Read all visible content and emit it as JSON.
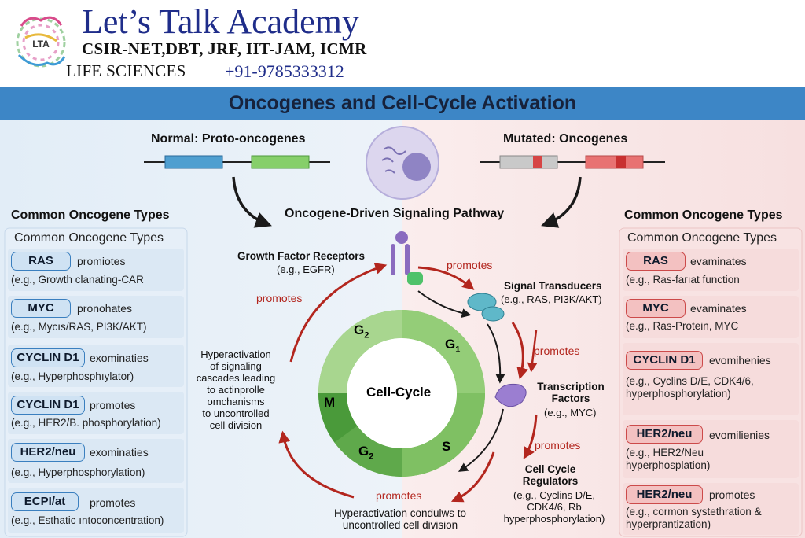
{
  "header": {
    "brand_title": "Let’s Talk Academy",
    "brand_line2": "CSIR-NET,DBT, JRF, IIT-JAM, ICMR",
    "brand_line3": "LIFE SCIENCES",
    "phone": "+91-9785333312",
    "logo_text": "LTA"
  },
  "title": "Oncogenes and Cell-Cycle Activation",
  "normal_label": "Normal: Proto-oncogenes",
  "mutated_label": "Mutated: Oncogenes",
  "left_panel": {
    "outer_heading": "Common Oncogene Types",
    "inner_heading": "Common Oncogene Types",
    "items": [
      {
        "name": "RAS",
        "verb": "promiotes",
        "example": "(e.g., Growth clanating-CAR"
      },
      {
        "name": "MYC",
        "verb": "pronohates",
        "example": "(e.g., Mycıs/RAS, PI3K/AKT)"
      },
      {
        "name": "CYCLIN D1",
        "verb": "exominaties",
        "example": "(e.g., Hyperphosphıylator)"
      },
      {
        "name": "CYCLIN D1",
        "verb": "promotes",
        "example": "(e.g., HER2/B. phosphorylation)"
      },
      {
        "name": "HER2/neu",
        "verb": "exominaties",
        "example": "(e.g., Hyperphosphorylation)"
      },
      {
        "name": "ECPI/at",
        "verb": "promotes",
        "example": "(e.g., Esthatic ıntoconcentration)"
      }
    ]
  },
  "right_panel": {
    "outer_heading": "Common Oncogene Types",
    "inner_heading": "Common Oncogene Types",
    "items": [
      {
        "name": "RAS",
        "verb": "evaminates",
        "example": "(e.g., Ras-farıat function"
      },
      {
        "name": "MYC",
        "verb": "evaminates",
        "example": "(e.g., Ras-Protein, MYC"
      },
      {
        "name": "CYCLIN D1",
        "verb": "evomihenies",
        "example_lines": [
          "(e.g., Cyclins D/E, CDK4/6,",
          "hyperphosphorylation)"
        ]
      },
      {
        "name": "HER2/neu",
        "verb": "evomilienies",
        "example_lines": [
          "(e.g., HER2/Neu",
          "hyperphosplation)"
        ]
      },
      {
        "name": "HER2/neu",
        "verb": "promotes",
        "example_lines": [
          "(e.g., cormon systethration &",
          "hyperprantization)"
        ]
      }
    ]
  },
  "pathway": {
    "title": "Oncogene-Driven Signaling Pathway",
    "growth_factor": {
      "name": "Growth Factor Receptors",
      "example": "(e.g., EGFR)"
    },
    "signal_transducers": {
      "name": "Signal Transducers",
      "example": "(e.g., RAS, PI3K/AKT)"
    },
    "transcription_factors": {
      "name_lines": [
        "Transcription",
        "Factors"
      ],
      "example": "(e.g., MYC)"
    },
    "cell_cycle_regulators": {
      "name_lines": [
        "Cell Cycle",
        "Regulators"
      ],
      "example_lines": [
        "(e.g., Cyclins D/E,",
        "CDK4/6, Rb",
        "hyperphosphorylation)"
      ]
    },
    "promotes": "promotes",
    "hyperactivation_left": [
      "Hyperactivation",
      "of signaling",
      "cascades leading",
      "to actinprolle",
      "omchanisms",
      "to uncontrolled",
      "cell division"
    ],
    "hyperactivation_bottom": [
      "Hyperactivation condulws to",
      "uncontrolled cell division"
    ]
  },
  "cell_cycle": {
    "center": "Cell-Cycle",
    "phases": {
      "g2_top": "G",
      "g1": "G",
      "m": "M",
      "s": "S",
      "g2_bottom": "G"
    },
    "subscripts": {
      "g2_top": "2",
      "g1": "1",
      "g2_bottom": "2"
    }
  },
  "colors": {
    "brand_blue": "#1f2d8a",
    "title_bar": "#3d86c6",
    "arrow_red": "#b3261e",
    "normal_gene_blue": "#4f9fd0",
    "normal_gene_green": "#86cf6a",
    "mutated_gene_gray": "#c9c9c9",
    "mutated_gene_red": "#e87272",
    "receptor_purple": "#8a6bbf"
  }
}
